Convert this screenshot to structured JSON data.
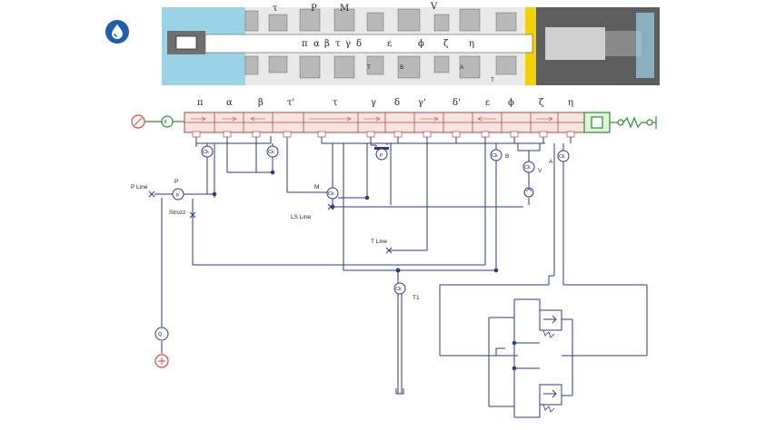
{
  "icons": {
    "drop": "water-drop-icon"
  },
  "colors": {
    "pipe": "#2b3a8c",
    "spool_red": "#b2493c",
    "spool_fill": "#f6e4e0",
    "green": "#2a8f2a",
    "red_component": "#d9473a",
    "yellow_seal": "#f2d200",
    "cyan_housing": "#9ad3e6",
    "steel": "#a9a9a9"
  },
  "valve_view": {
    "greek_top": [
      "τ",
      "P",
      "M",
      "V"
    ],
    "greek_mid": [
      "π",
      "α",
      "β",
      "τ",
      "γ",
      "δ",
      "ε",
      "ϕ",
      "ζ",
      "η"
    ],
    "greek_bottom": [
      "T",
      "B",
      "A",
      "T"
    ]
  },
  "schematic": {
    "chamber_labels": [
      "π",
      "α",
      "β",
      "τ'",
      "τ",
      "γ",
      "δ",
      "γ'",
      "δ'",
      "ε",
      "ϕ",
      "ζ",
      "η"
    ],
    "check_valve_label": "Ck",
    "p_line": "P Line",
    "p": "P",
    "strozz": "Strozz",
    "m": "M",
    "ls_line": "LS Line",
    "t_line": "T Line",
    "t1": "T1",
    "b": "B",
    "v": "V",
    "a": "A"
  }
}
